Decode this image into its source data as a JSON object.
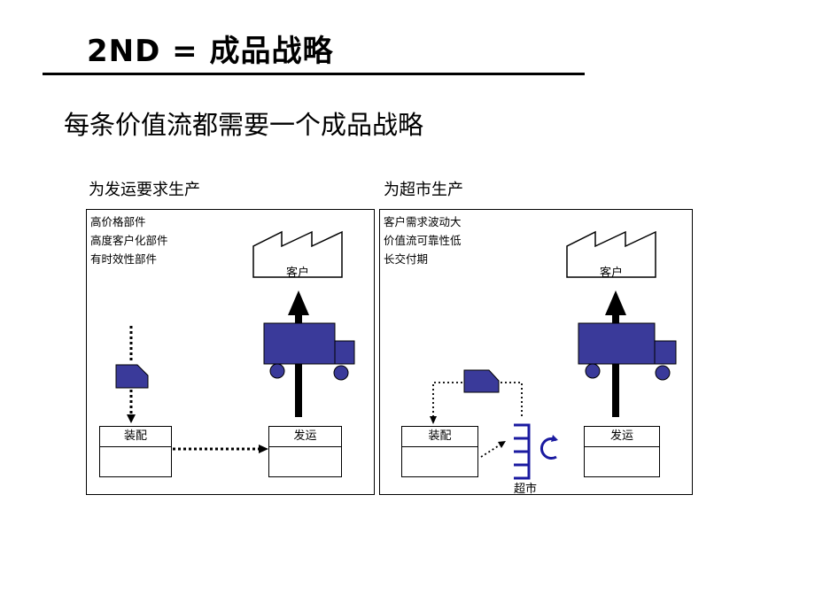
{
  "header": {
    "title": "2ND   =  成品战略",
    "subtitle": "每条价值流都需要一个成品战略"
  },
  "panels": [
    {
      "title": "为发运要求生产",
      "notes": [
        "高价格部件",
        "高度客户化部件",
        "有时效性部件"
      ],
      "customer_label": "客户",
      "assembly_label": "装配",
      "shipping_label": "发运"
    },
    {
      "title": "为超市生产",
      "notes": [
        "客户需求波动大",
        "价值流可靠性低",
        "长交付期"
      ],
      "customer_label": "客户",
      "assembly_label": "装配",
      "shipping_label": "发运",
      "supermarket_label": "超市"
    }
  ],
  "colors": {
    "truck": "#3a3a9a",
    "kanban": "#3a3a9a",
    "supermarket": "#1a1aa0"
  }
}
